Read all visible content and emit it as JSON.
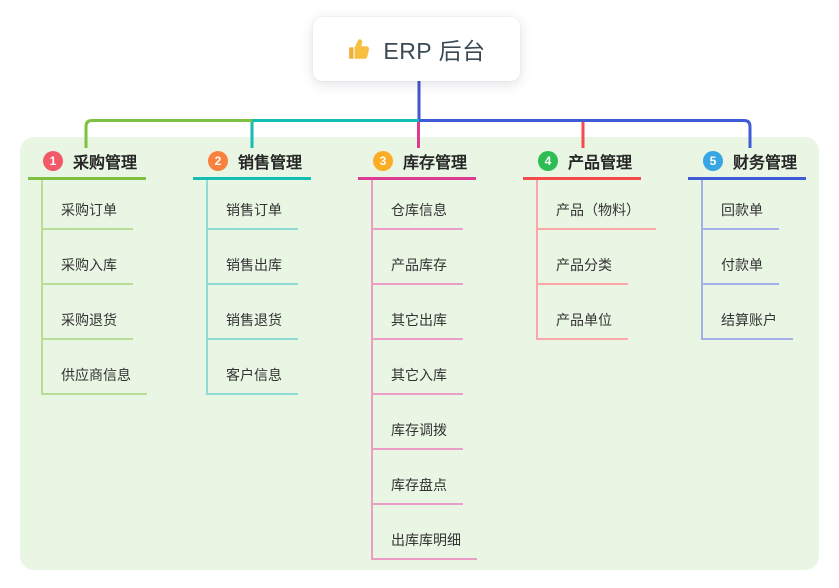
{
  "root": {
    "title": "ERP 后台",
    "icon": "thumbs-up-icon",
    "icon_color": "#f6bf3e"
  },
  "connector": {
    "root_color": "#4355cf"
  },
  "panel_bg": "#e9f6e4",
  "branches": [
    {
      "number": "1",
      "label": "采购管理",
      "badge_color": "#f25a68",
      "line_color": "#7ec141",
      "line_light": "#b9dd97",
      "items": [
        "采购订单",
        "采购入库",
        "采购退货",
        "供应商信息"
      ]
    },
    {
      "number": "2",
      "label": "销售管理",
      "badge_color": "#f9813d",
      "line_color": "#16bdb2",
      "line_light": "#8fdcd5",
      "items": [
        "销售订单",
        "销售出库",
        "销售退货",
        "客户信息"
      ]
    },
    {
      "number": "3",
      "label": "库存管理",
      "badge_color": "#fcad26",
      "line_color": "#dd3a92",
      "line_light": "#eb9cc7",
      "items": [
        "仓库信息",
        "产品库存",
        "其它出库",
        "其它入库",
        "库存调拨",
        "库存盘点",
        "出库库明细"
      ]
    },
    {
      "number": "4",
      "label": "产品管理",
      "badge_color": "#2ebd52",
      "line_color": "#f64a4e",
      "line_light": "#fba6a8",
      "items": [
        "产品（物料）",
        "产品分类",
        "产品单位"
      ]
    },
    {
      "number": "5",
      "label": "财务管理",
      "badge_color": "#38a6e3",
      "line_color": "#3f5bd5",
      "line_light": "#a3afe7",
      "items": [
        "回款单",
        "付款单",
        "结算账户"
      ]
    }
  ]
}
